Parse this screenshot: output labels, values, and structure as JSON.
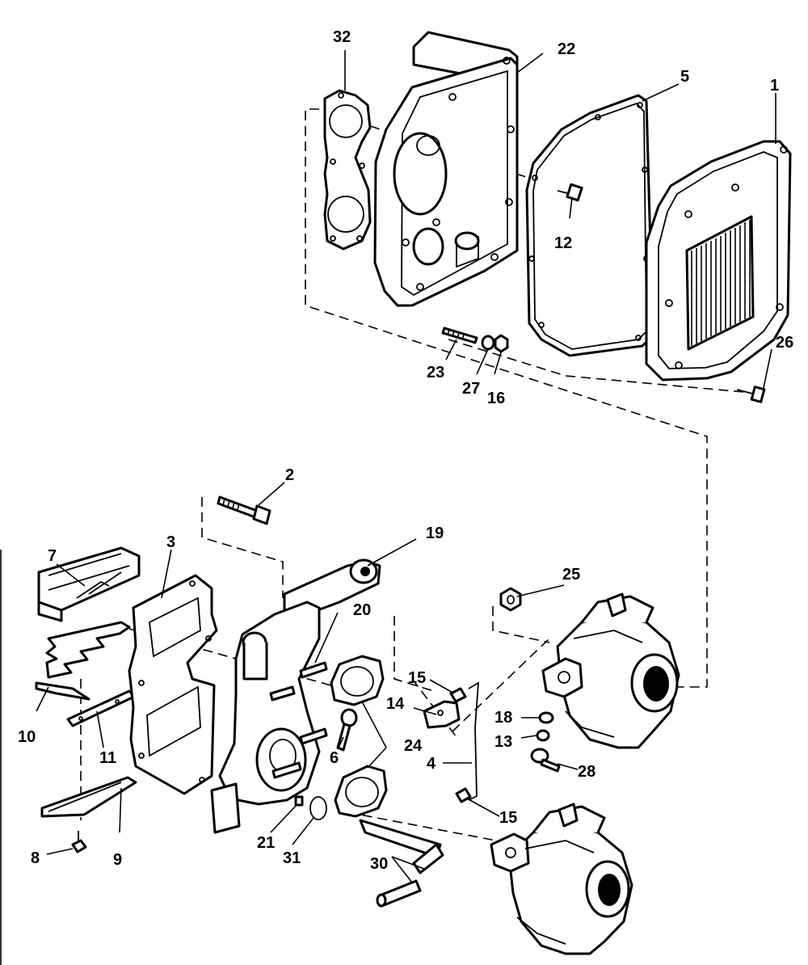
{
  "callouts": {
    "p1": "1",
    "p2": "2",
    "p3": "3",
    "p4": "4",
    "p5": "5",
    "p6": "6",
    "p7": "7",
    "p8": "8",
    "p9": "9",
    "p10": "10",
    "p11": "11",
    "p12": "12",
    "p13": "13",
    "p14": "14",
    "p15a": "15",
    "p15b": "15",
    "p16": "16",
    "p18": "18",
    "p19": "19",
    "p20": "20",
    "p21": "21",
    "p22": "22",
    "p23": "23",
    "p24": "24",
    "p25": "25",
    "p26": "26",
    "p27": "27",
    "p28": "28",
    "p30": "30",
    "p31": "31",
    "p32": "32"
  }
}
